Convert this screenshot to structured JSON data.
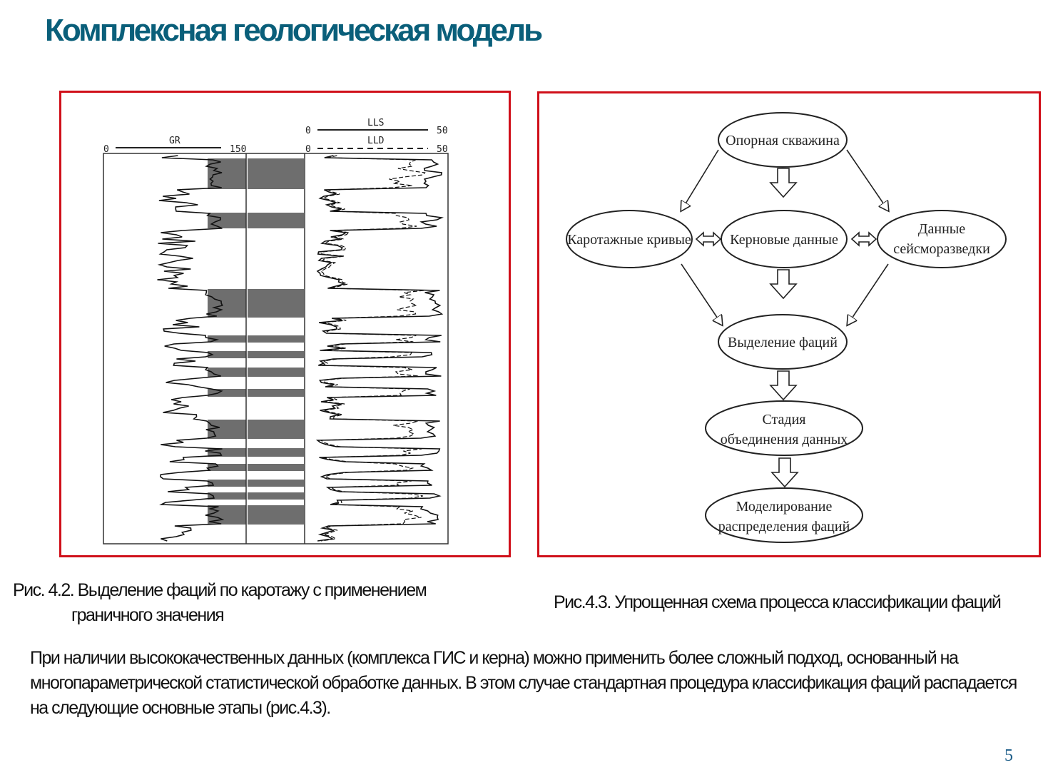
{
  "title": "Комплексная геологическая модель",
  "figure_left": {
    "tracks": {
      "gr_label": "GR",
      "gr_min": "0",
      "gr_max": "150",
      "lls_label": "LLS",
      "lls_min": "0",
      "lls_max": "50",
      "lld_label": "LLD",
      "lld_min": "0",
      "lld_max": "50"
    },
    "caption_line1": "Рис. 4.2. Выделение фаций по каротажу с применением",
    "caption_line2": "граничного значения"
  },
  "figure_right": {
    "nodes": {
      "reference_well": [
        "Опорная скважина"
      ],
      "log_curves": [
        "Каротажные кривые"
      ],
      "core_data": [
        "Керновые данные"
      ],
      "seismic_data": [
        "Данные",
        "сейсморазведки"
      ],
      "facies_selection": [
        "Выделение фаций"
      ],
      "data_integration": [
        "Стадия",
        "объединения данных"
      ],
      "facies_modeling": [
        "Моделирование",
        "распределения фаций"
      ]
    },
    "caption": "Рис.4.3. Упрощенная схема процесса классификации фаций"
  },
  "body_text": "При наличии высококачественных данных (комплекса ГИС и керна) можно применить более сложный подход, основанный на многопараметрической статистической обработке данных. В этом случае стандартная процедура классификация фаций распадается на следующие основные этапы (рис.4.3).",
  "page_number": "5",
  "colors": {
    "title": "#0a5f7a",
    "frame": "#d0101a"
  }
}
